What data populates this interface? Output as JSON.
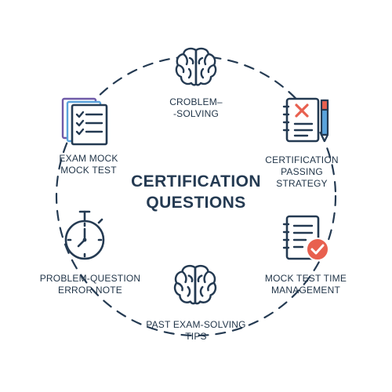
{
  "center_title": {
    "line1": "CERTIFICATION",
    "line2": "QUESTIONS"
  },
  "nodes": {
    "top": {
      "icon": "brain-icon",
      "line1": "CROBLEM–",
      "line2": "-SOLVING"
    },
    "upper_right": {
      "icon": "document-x-icon",
      "line1": "CERTIFICATION",
      "line2": "PASSING",
      "line3": "STRATEGY"
    },
    "lower_right": {
      "icon": "checklist-check-icon",
      "line1": "MOCK TEST TIME",
      "line2": "MANAGEMENT"
    },
    "bottom": {
      "icon": "brain-icon",
      "line1": "PAST EXAM-SOLVING",
      "line2": "TIPS"
    },
    "lower_left": {
      "icon": "stopwatch-icon",
      "line1": "PROBLEM-QUESTION",
      "line2": "ERROR NOTE"
    },
    "upper_left": {
      "icon": "checklist-stack-icon",
      "line1": "EXAM MOCK",
      "line2": "MOCK TEST"
    }
  },
  "colors": {
    "ink": "#243a52",
    "accent_red": "#e8604f",
    "accent_purple": "#6f5aa8",
    "accent_blue": "#5aa3dc",
    "background": "#ffffff"
  }
}
